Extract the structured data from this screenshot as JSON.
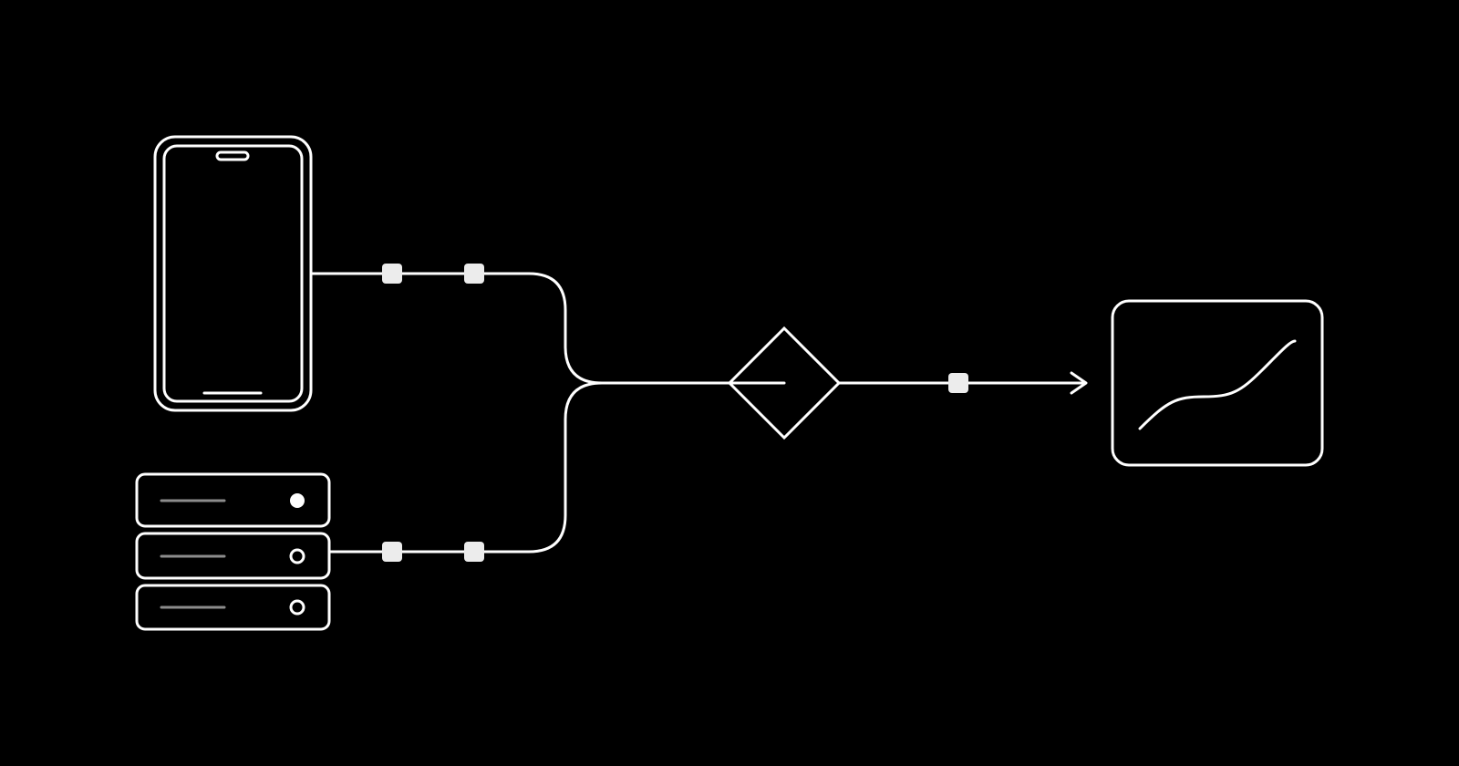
{
  "diagram": {
    "background": "#000000",
    "stroke": "#ffffff",
    "muted": "#8c8c8c",
    "node_fill": "#ececec",
    "nodes": [
      {
        "id": "phone",
        "icon": "smartphone-icon"
      },
      {
        "id": "server-rack",
        "icon": "server-rack-icon",
        "units": 3
      },
      {
        "id": "decision",
        "icon": "diamond-decision-icon"
      },
      {
        "id": "chart-display",
        "icon": "line-chart-icon"
      }
    ],
    "edges": [
      {
        "from": "phone",
        "to": "decision",
        "packets": 2
      },
      {
        "from": "server-rack",
        "to": "decision",
        "packets": 2
      },
      {
        "from": "decision",
        "to": "chart-display",
        "packets": 1,
        "arrow": true
      }
    ]
  }
}
